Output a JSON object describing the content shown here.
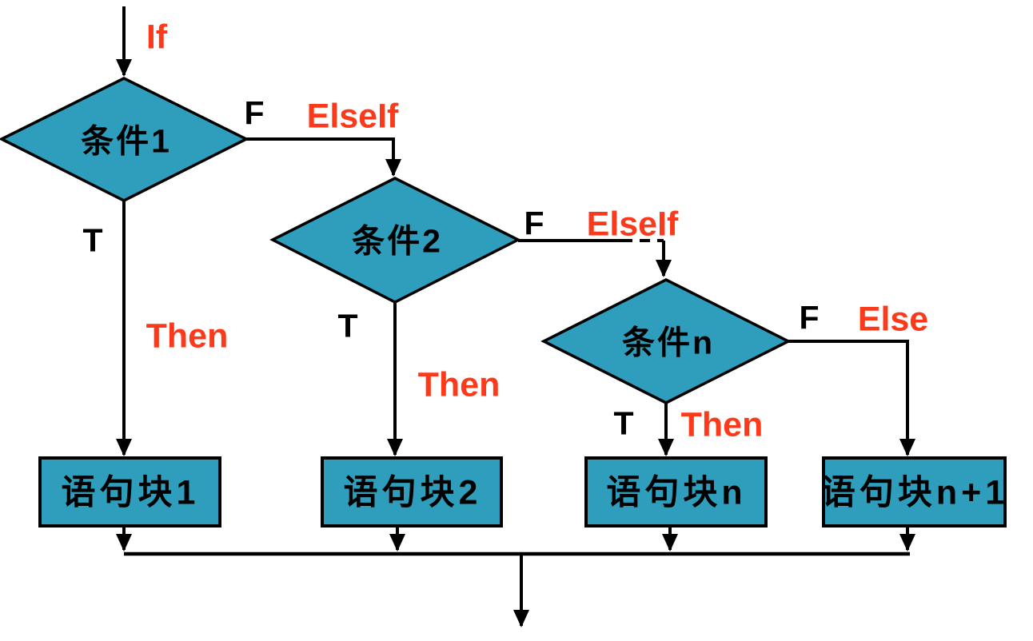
{
  "diagram": {
    "type": "flowchart",
    "topic": "If / ElseIf / Else multi-branch selection structure",
    "entry_label": "If",
    "decisions": [
      {
        "label": "条件1",
        "true_label": "T",
        "true_keyword": "Then",
        "false_label": "F",
        "false_keyword": "ElseIf"
      },
      {
        "label": "条件2",
        "true_label": "T",
        "true_keyword": "Then",
        "false_label": "F",
        "false_keyword": "ElseIf"
      },
      {
        "label": "条件n",
        "true_label": "T",
        "true_keyword": "Then",
        "false_label": "F",
        "false_keyword": "Else"
      }
    ],
    "blocks": [
      {
        "label": "语句块1"
      },
      {
        "label": "语句块2"
      },
      {
        "label": "语句块n"
      },
      {
        "label": "语句块n+1"
      }
    ],
    "colors": {
      "background": "#ffffff",
      "node_fill": "#2f9ebd",
      "node_stroke": "#000000",
      "line": "#000000",
      "keyword": "#fb3a1c",
      "branch_label": "#000000"
    }
  }
}
